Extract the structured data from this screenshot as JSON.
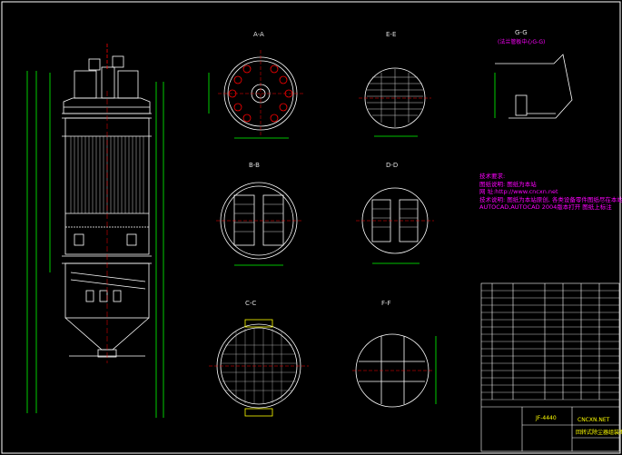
{
  "views": {
    "a_a": "A-A",
    "e_e_top": "E-E",
    "g_g": "G-G",
    "g_g_sub": "(法兰管板中心G-G)",
    "b_b": "B-B",
    "d_d": "D-D",
    "c_c": "C-C",
    "f_f": "F-F"
  },
  "notes": {
    "title": "技术要求:",
    "l1": "图纸说明: 图纸为本站",
    "l2": "网 址:http://www.cncxn.net",
    "l3": "技术说明: 图纸为本站原创, 各类设备零件图纸尽在本站,专业制作图纸",
    "l4": "AUTOCAD,AUTOCAD 2004版本打开 图纸上标注"
  },
  "title_block": {
    "drawing_no": "JF-4440",
    "company": "CNCXN.NET",
    "subtitle": "回转式除尘器组装图"
  },
  "colors": {
    "line": "#ffffff",
    "dim": "#00ff00",
    "note": "#ff00ff",
    "center": "#ff0000",
    "accent": "#00ffff",
    "text": "#ffff00"
  }
}
